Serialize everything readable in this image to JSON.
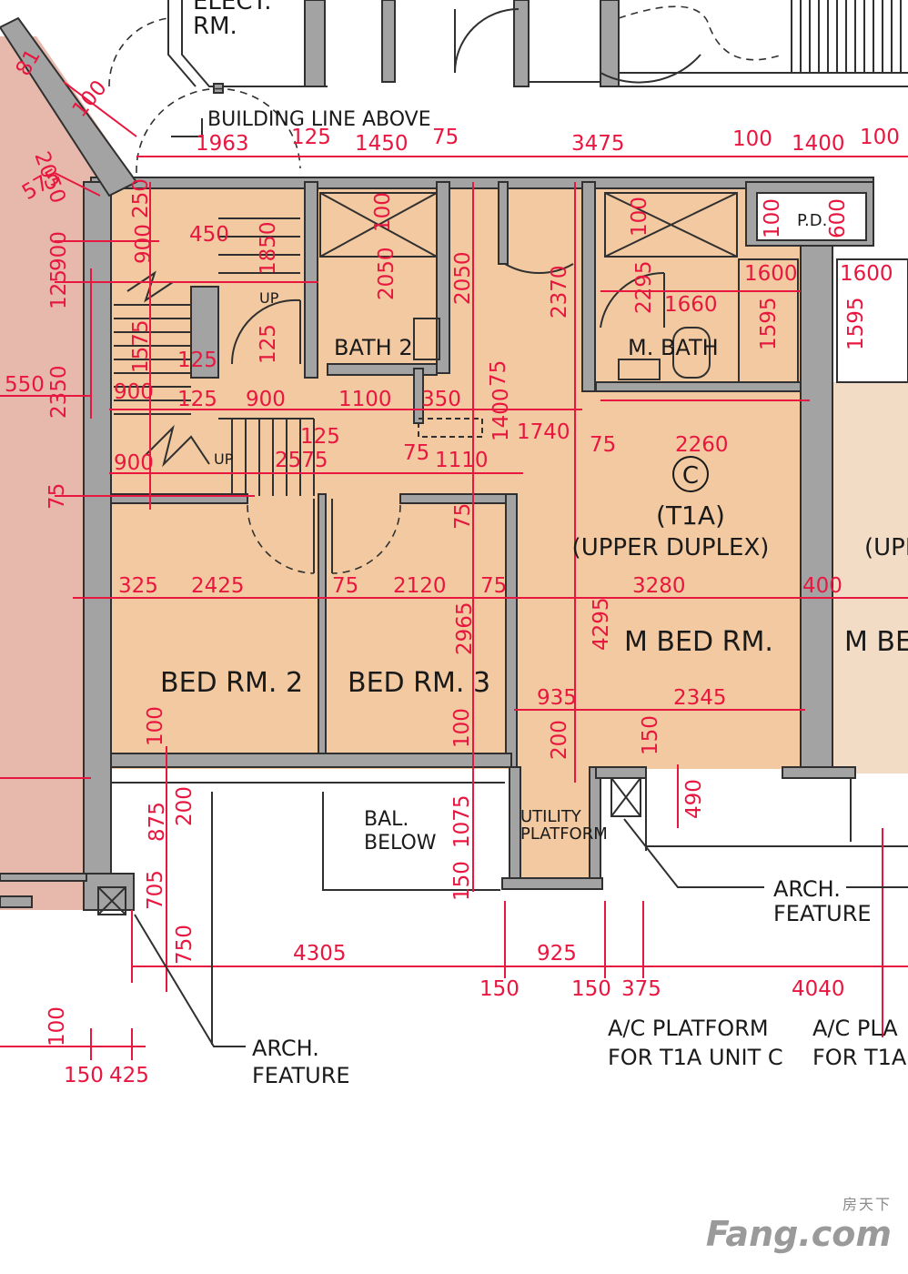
{
  "labels": {
    "elect_rm": "ELECT.",
    "rm": "RM.",
    "building_line": "BUILDING LINE ABOVE",
    "bath2": "BATH 2",
    "m_bath": "M. BATH",
    "pd": "P.D.",
    "up": "UP",
    "unit_letter": "C",
    "unit_type": "(T1A)",
    "upper_duplex": "(UPPER DUPLEX)",
    "upper_partial": "(UPP",
    "bed2": "BED RM. 2",
    "bed3": "BED RM. 3",
    "m_bed": "M BED RM.",
    "m_bed_partial": "M BE",
    "bal1": "BAL.",
    "bal2": "BELOW",
    "utility1": "UTILITY",
    "utility2": "PLATFORM",
    "arch1": "ARCH.",
    "arch2": "FEATURE",
    "ac1": "A/C PLATFORM",
    "ac2": "FOR T1A UNIT C",
    "ac_partial1": "A/C PLA",
    "ac_partial2": "FOR T1A"
  },
  "dimensions": {
    "d1963": "1963",
    "d125a": "125",
    "d1450": "1450",
    "d75a": "75",
    "d3475": "3475",
    "d100a": "100",
    "d1400": "1400",
    "d100b": "100",
    "d450": "450",
    "d900a": "900",
    "d1850": "1850",
    "d125b": "125",
    "d900b": "900",
    "d1575": "1575",
    "d125c": "125",
    "d125d": "125",
    "d125e": "125",
    "d2350": "2350",
    "d550": "550",
    "d2050a": "2050",
    "d575": "575",
    "d100c": "100",
    "d2050b": "2050",
    "d2050c": "2050",
    "d100d": "100",
    "d2370": "2370",
    "d100e": "100",
    "d2295": "2295",
    "d1660": "1660",
    "d1600a": "1600",
    "d1600b": "1600",
    "d1595a": "1595",
    "d1595b": "1595",
    "d600": "600",
    "d100f": "100",
    "d900c": "900",
    "d1100": "1100",
    "d350": "350",
    "d75b": "75",
    "d1400b": "1400",
    "d1740": "1740",
    "d75c": "75",
    "d2260": "2260",
    "d125f": "125",
    "d2575": "2575",
    "d75d": "75",
    "d1110": "1110",
    "d900d": "900",
    "d900e": "900",
    "d75e": "75",
    "d75f": "75",
    "d325": "325",
    "d2425": "2425",
    "d75g": "75",
    "d2120": "2120",
    "d75h": "75",
    "d3280": "3280",
    "d400": "400",
    "d4295": "4295",
    "d2965": "2965",
    "d935": "935",
    "d2345": "2345",
    "d100g": "100",
    "d100h": "100",
    "d200a": "200",
    "d150a": "150",
    "d875": "875",
    "d200b": "200",
    "d1075": "1075",
    "d490": "490",
    "d705": "705",
    "d150b": "150",
    "d750": "750",
    "d4305": "4305",
    "d925": "925",
    "d150c": "150",
    "d150d": "150",
    "d375": "375",
    "d4040": "4040",
    "d150e": "150",
    "d425": "425",
    "d81": "81",
    "d250": "250",
    "d100i": "100"
  },
  "watermark": {
    "cn": "房天下",
    "en": "Fang.com"
  },
  "colors": {
    "room_fill": "#f2c9a0",
    "left_fill": "#e8b8ac",
    "dimension": "#e8173f",
    "wall": "#a3a3a3"
  }
}
